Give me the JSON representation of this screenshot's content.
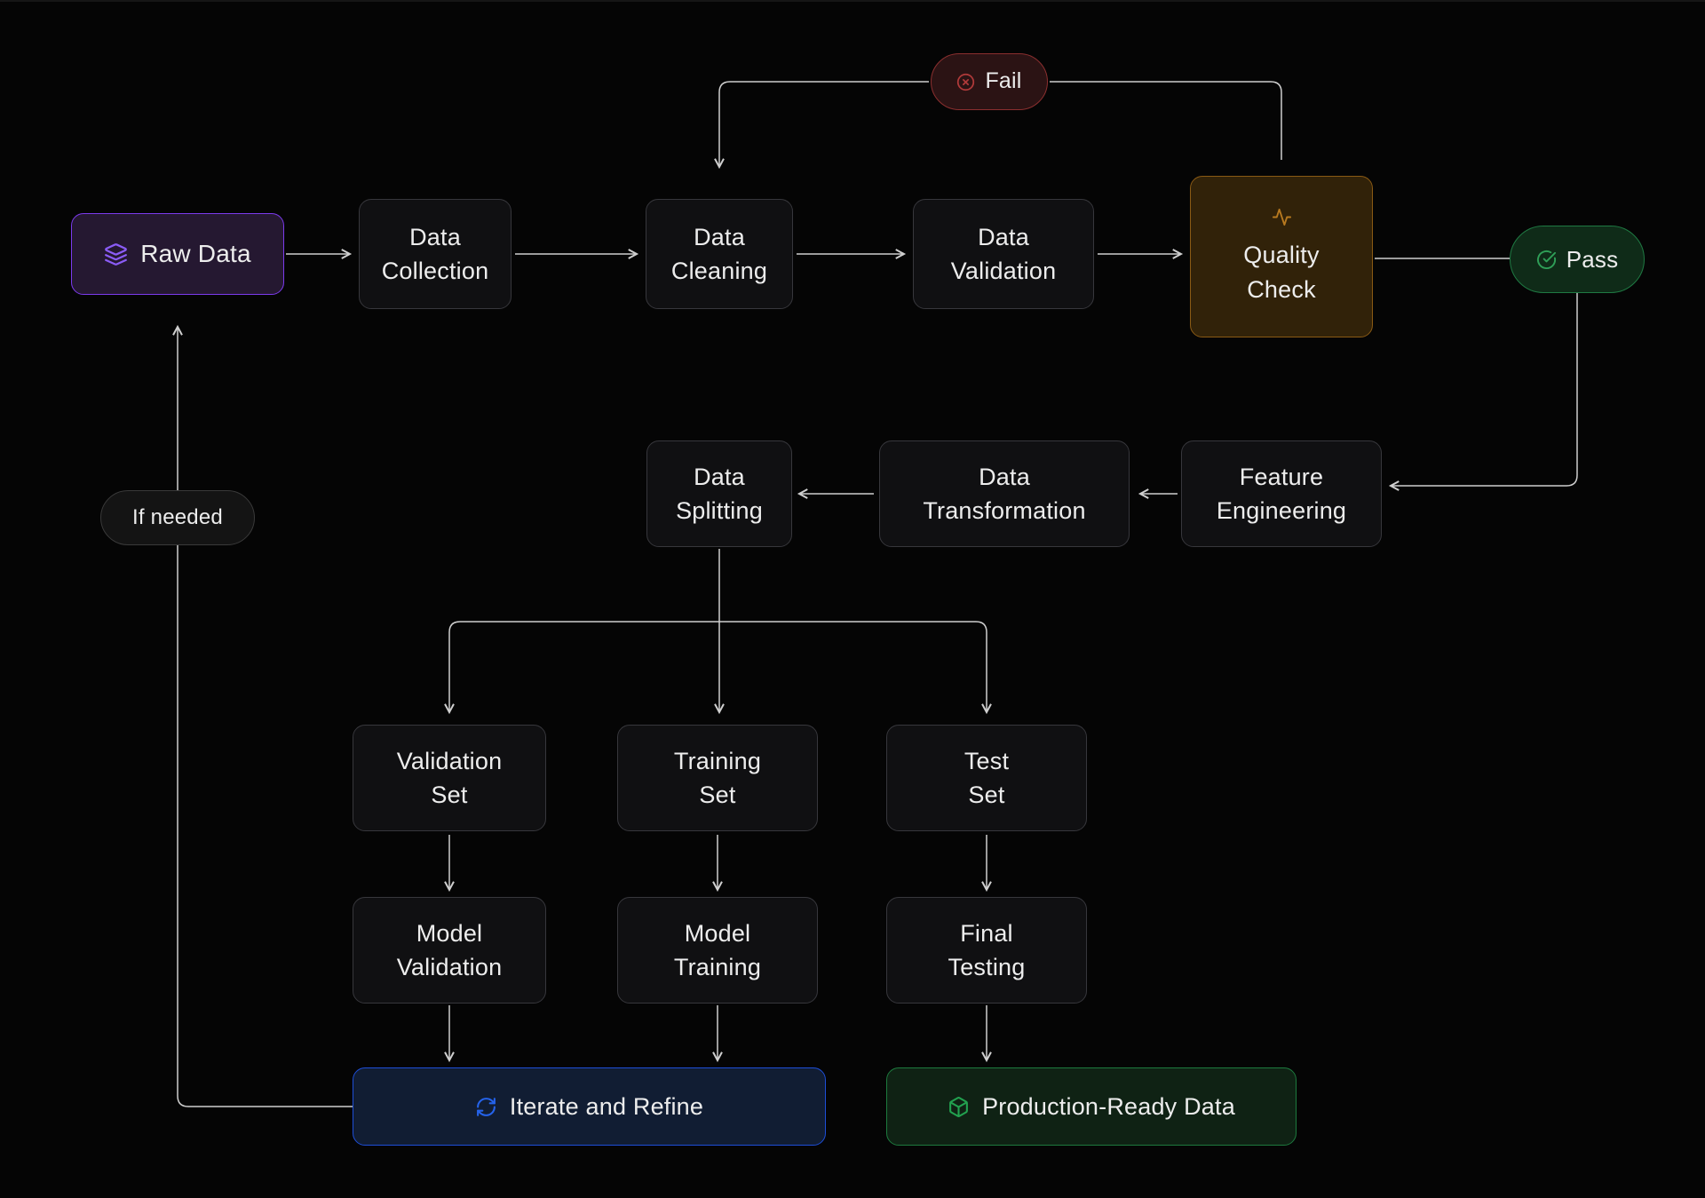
{
  "nodes": {
    "raw_data": {
      "label": "Raw Data",
      "icon": "layers-icon"
    },
    "data_collection": {
      "label": "Data\nCollection"
    },
    "data_cleaning": {
      "label": "Data\nCleaning"
    },
    "data_validation": {
      "label": "Data\nValidation"
    },
    "quality_check": {
      "label": "Quality\nCheck",
      "icon": "activity-icon"
    },
    "feature_engineering": {
      "label": "Feature\nEngineering"
    },
    "data_transformation": {
      "label": "Data\nTransformation"
    },
    "data_splitting": {
      "label": "Data\nSplitting"
    },
    "validation_set": {
      "label": "Validation\nSet"
    },
    "training_set": {
      "label": "Training\nSet"
    },
    "test_set": {
      "label": "Test\nSet"
    },
    "model_validation": {
      "label": "Model\nValidation"
    },
    "model_training": {
      "label": "Model\nTraining"
    },
    "final_testing": {
      "label": "Final\nTesting"
    },
    "iterate_refine": {
      "label": "Iterate and Refine",
      "icon": "refresh-icon"
    },
    "production_ready": {
      "label": "Production-Ready Data",
      "icon": "package-icon"
    }
  },
  "edge_labels": {
    "fail": {
      "label": "Fail",
      "icon": "circle-x-icon"
    },
    "pass": {
      "label": "Pass",
      "icon": "circle-check-icon"
    },
    "if_needed": {
      "label": "If needed"
    }
  },
  "colors": {
    "background": "#050505",
    "node_bg": "#101012",
    "node_border": "#37373c",
    "text": "#ededed",
    "wire": "#cfcfcf",
    "purple_accent": "#7c3aed",
    "amber_accent": "#b7791f",
    "red_accent": "#b03a3a",
    "green_accent": "#2f9e57",
    "blue_accent": "#2563eb",
    "production_green": "#22a14f"
  }
}
